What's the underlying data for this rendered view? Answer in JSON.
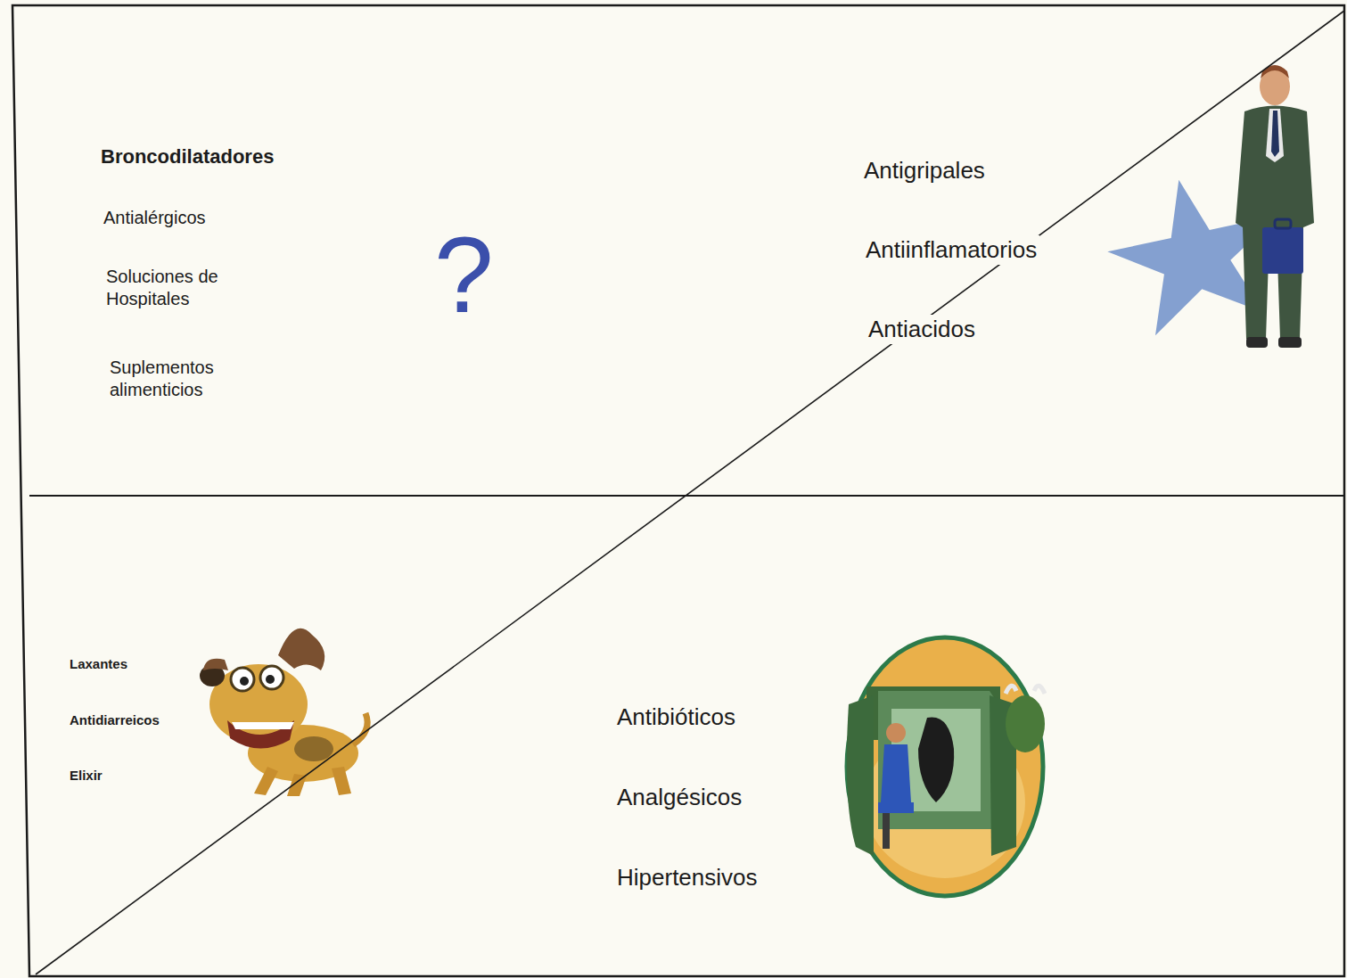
{
  "diagram": {
    "nodes": [
      {
        "text": [
          "Broncodilatadores",
          "Antialérgicos",
          "Soluciones de Hospitales",
          "Suplementos alimenticios",
          "?"
        ]
      },
      {
        "text": [
          "Antigripales",
          "Antiinflamatorios",
          "Antiacidos"
        ]
      },
      {
        "text": [
          "Laxantes",
          "Antidiarreicos",
          "Elixir"
        ]
      },
      {
        "text": [
          "Antibióticos",
          "Analgésicos",
          "Hipertensivos"
        ]
      }
    ]
  }
}
